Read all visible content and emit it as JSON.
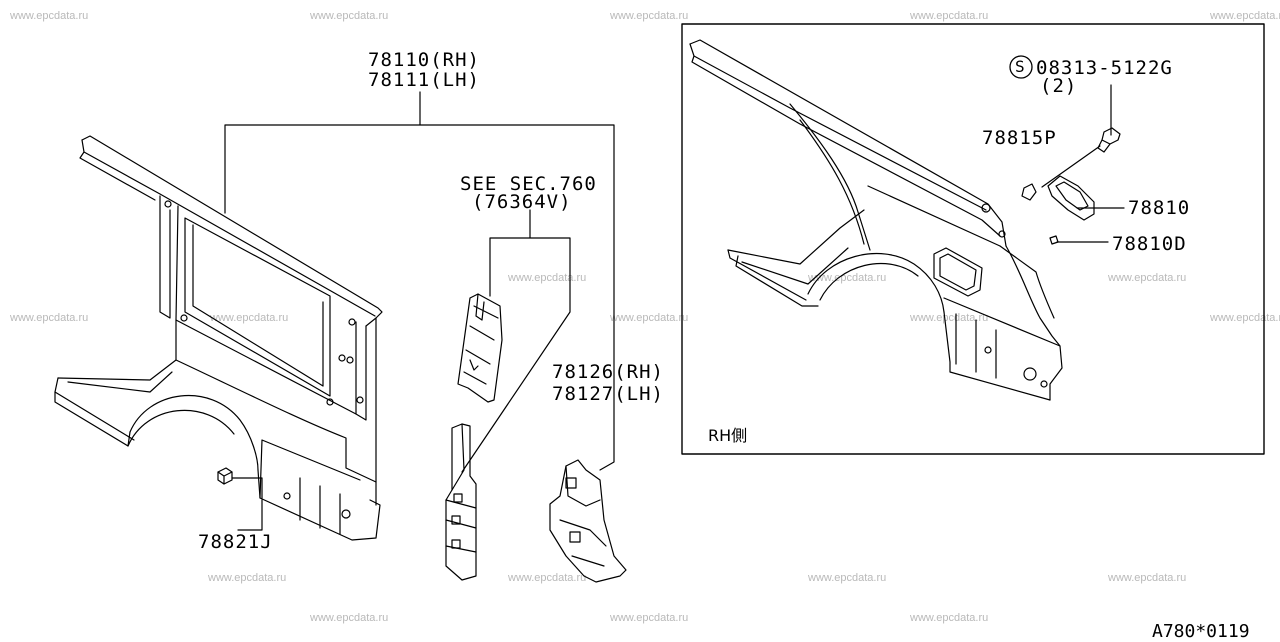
{
  "watermark": "www.epcdata.ru",
  "labels": {
    "panel_rh": "78110(RH)",
    "panel_lh": "78111(LH)",
    "see_sec": "SEE SEC.760",
    "see_sec_part": "(76364V)",
    "pillar_rh": "78126(RH)",
    "pillar_lh": "78127(LH)",
    "clip": "78821J",
    "screw_symbol": "S",
    "screw": "08313-5122G",
    "screw_qty": "(2)",
    "bracket": "78815P",
    "lid": "78810",
    "lid_bumper": "78810D",
    "inset_side": "RH側",
    "diagram_code": "A780*0119"
  }
}
